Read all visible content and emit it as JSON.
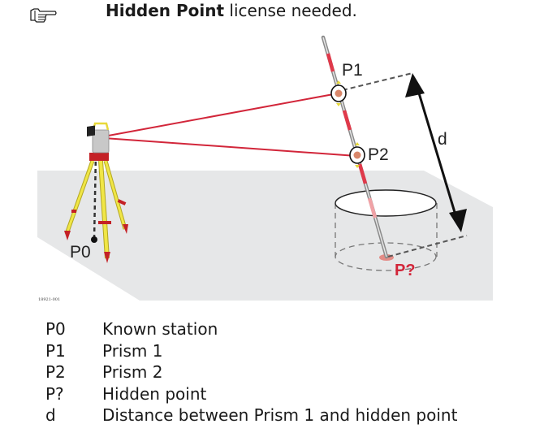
{
  "note": {
    "icon": "pointing-hand-icon",
    "bold": "Hidden Point",
    "text": " license needed."
  },
  "figure": {
    "labels": {
      "p0": "P0",
      "p1": "P1",
      "p2": "P2",
      "p_hidden": "P?",
      "d": "d"
    },
    "figure_id": "18921-001",
    "colors": {
      "ground": "#e6e7e8",
      "sight_line": "#d2263a",
      "hidden_label": "#d2263a",
      "tripod": "#e8e03a",
      "tripod_accent": "#c42126",
      "arrow": "#111111"
    }
  },
  "legend": [
    {
      "key": "P0",
      "value": "Known station"
    },
    {
      "key": "P1",
      "value": "Prism 1"
    },
    {
      "key": "P2",
      "value": "Prism 2"
    },
    {
      "key": "P?",
      "value": "Hidden point"
    },
    {
      "key": "d",
      "value": "Distance between Prism 1 and hidden point"
    }
  ]
}
